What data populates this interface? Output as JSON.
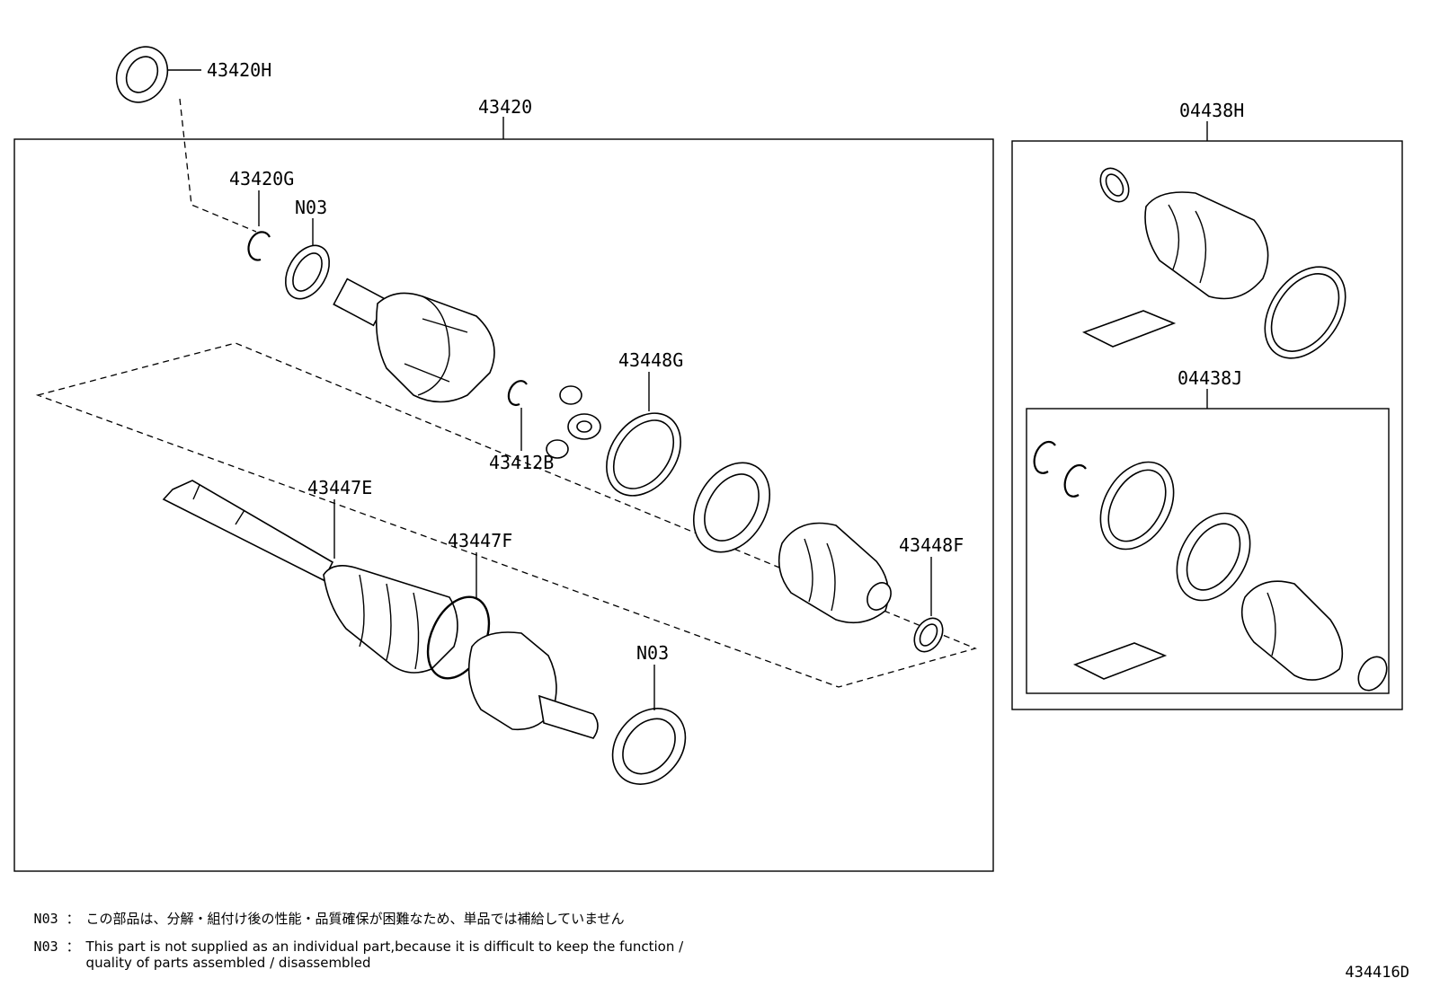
{
  "labels": {
    "p43420H": "43420H",
    "p43420": "43420",
    "p43420G": "43420G",
    "pN03_top": "N03",
    "p43448G": "43448G",
    "p43412B": "43412B",
    "p43447E": "43447E",
    "p43447F": "43447F",
    "p43448F": "43448F",
    "pN03_bottom": "N03",
    "p04438H": "04438H",
    "p04438J": "04438J"
  },
  "notes": {
    "jp_code": "N03 ：",
    "jp_text": "この部品は、分解・組付け後の性能・品質確保が困難なため、単品では補給していません",
    "en_code": "N03 ：",
    "en_text": "This part is not supplied as an individual part,because it is difficult to keep the function /\nquality of parts assembled / disassembled"
  },
  "figure_id": "434416D"
}
